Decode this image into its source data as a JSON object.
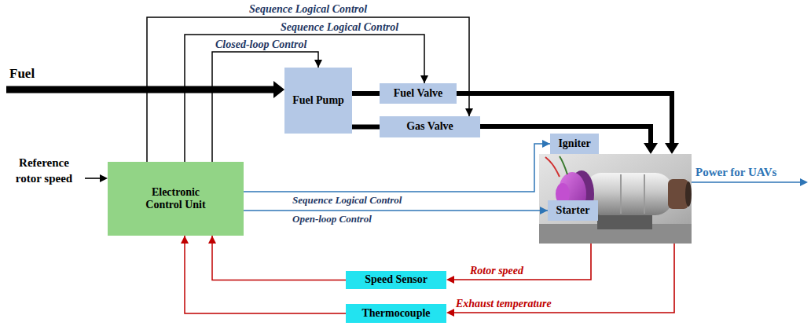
{
  "diagram": {
    "nodes": [
      {
        "text": [
          "Fuel Pump"
        ]
      },
      {
        "text": [
          "Fuel Valve"
        ]
      },
      {
        "text": [
          "Gas Valve"
        ]
      },
      {
        "text": [
          "Igniter"
        ]
      },
      {
        "text": [
          "Electronic Control Unit"
        ]
      },
      {
        "text": [
          "Starter"
        ]
      },
      {
        "text": [
          "Speed Sensor"
        ]
      },
      {
        "text": [
          "Thermocouple"
        ]
      }
    ],
    "edges": [
      {
        "from": 4,
        "to": 2,
        "arrow": "to",
        "label": "Sequence Logical Control"
      },
      {
        "from": 4,
        "to": 1,
        "arrow": "to",
        "label": "Sequence Logical Control"
      },
      {
        "from": 4,
        "to": 0,
        "arrow": "to",
        "label": "Closed-loop Control"
      },
      {
        "from": 0,
        "to": 1,
        "arrow": "none"
      },
      {
        "from": 0,
        "to": 2,
        "arrow": "none"
      },
      {
        "from": 4,
        "to": 3,
        "arrow": "to",
        "label": "Sequence Logical Control"
      },
      {
        "from": 4,
        "to": 5,
        "arrow": "to",
        "label": "Open-loop Control"
      },
      {
        "from": 6,
        "to": 4,
        "arrow": "to"
      },
      {
        "from": 7,
        "to": 4,
        "arrow": "to"
      }
    ],
    "labels": [
      "Fuel",
      "Reference rotor speed",
      "Power for UAVs",
      "Rotor speed",
      "Exhaust temperature"
    ]
  }
}
